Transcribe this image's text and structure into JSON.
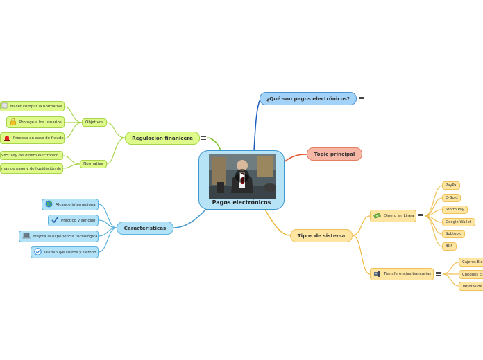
{
  "center": {
    "label": "Pagos electrónicos",
    "media": "video-thumbnail"
  },
  "topics": {
    "que_son": "¿Qué son pagos electrónicos?",
    "principal": "Topic principal",
    "tipos": "Tipos de sistema",
    "caracteristicas": "Características",
    "regulacion": "Regulación finanicera"
  },
  "regulacion": {
    "objetivos": {
      "label": "Objetivos",
      "items": [
        "Hacer cumplir la normativa",
        "Protege a los usuarios",
        "Procesa en caso de fraude"
      ],
      "icons": [
        "document-icon",
        "lock-icon",
        "alarm-icon"
      ]
    },
    "normativa": {
      "label": "Normativa",
      "items": [
        "985: Ley del dinero electrónico",
        "mas de pago y de liquidación de"
      ]
    }
  },
  "caracteristicas": {
    "items": [
      "Alcance internacional",
      "Práctico y sencillo",
      "Mejora la experiencia tecnológica",
      "Disminuye costos y tiempo"
    ],
    "icons": [
      "globe-icon",
      "checkmark-icon",
      "laptop-icon",
      "check-circle-icon"
    ]
  },
  "tipos": {
    "dinero": {
      "label": "Dinero en Línea",
      "icon": "money-icon",
      "items": [
        "PayPal",
        "E-Gold",
        "Storm Pay",
        "Google Wallet",
        "Subtopic",
        "BIM"
      ]
    },
    "transferencias": {
      "label": "Transferencias bancarias",
      "icon": "phone-icon",
      "items": [
        "Cajeros Ele",
        "Cheques El",
        "Tarjetas de"
      ]
    }
  },
  "colors": {
    "green": "#ddfa8b",
    "blue": "#b2e2f7",
    "orange": "#fee5a2",
    "salmon": "#f7b7a6",
    "bluedeep": "#a2d2f7",
    "green_line": "#a7d44a",
    "blue_line": "#3f97cf",
    "orange_line": "#f0b73e",
    "red_line": "#e4532f",
    "navy_line": "#1f5fbf"
  }
}
